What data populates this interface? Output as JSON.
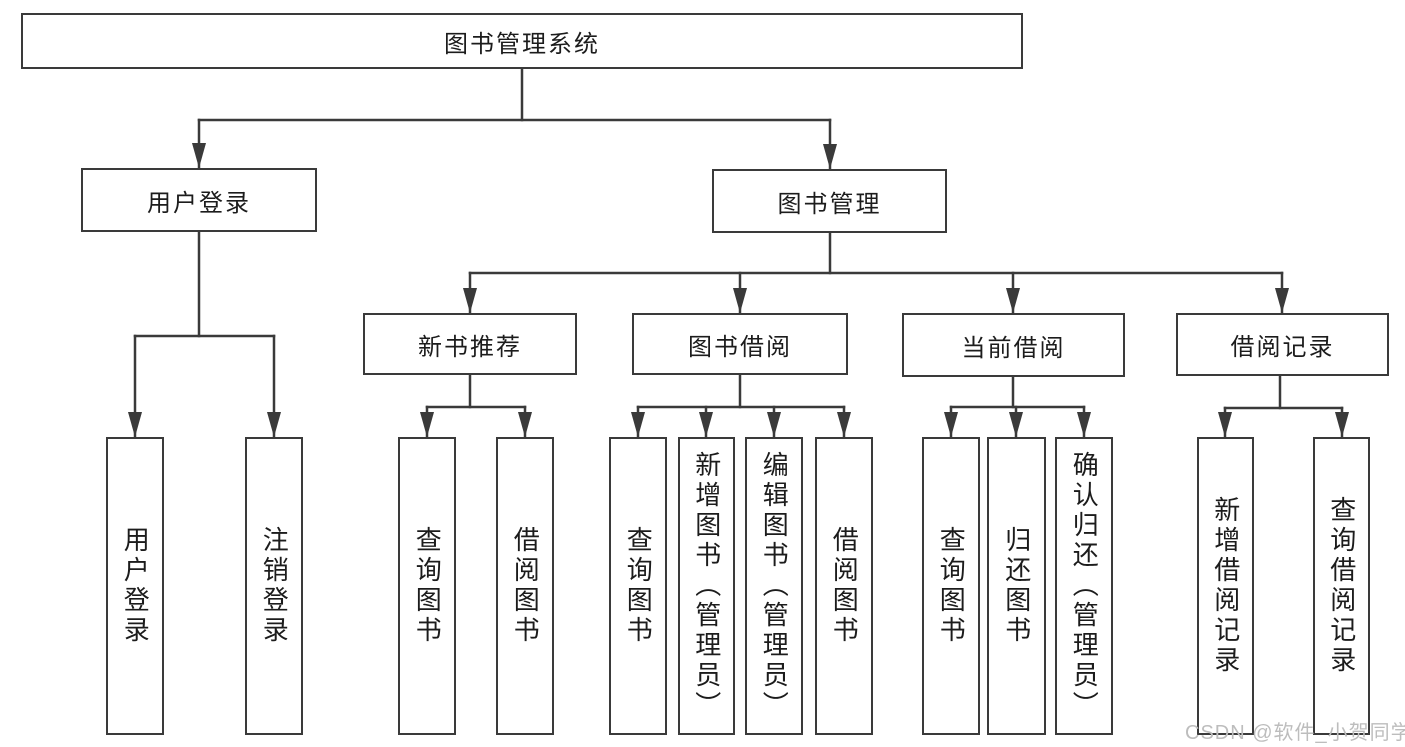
{
  "diagram": {
    "title": "图书管理系统",
    "type": "hierarchy-tree"
  },
  "nodes": {
    "root": {
      "label": "图书管理系统"
    },
    "login": {
      "label": "用户登录",
      "children": [
        {
          "label": "用户登录"
        },
        {
          "label": "注销登录"
        }
      ]
    },
    "mgmt": {
      "label": "图书管理",
      "children": [
        {
          "label": "新书推荐",
          "children": [
            {
              "label": "查询图书"
            },
            {
              "label": "借阅图书"
            }
          ]
        },
        {
          "label": "图书借阅",
          "children": [
            {
              "label": "查询图书"
            },
            {
              "label": "新增图书（管理员）"
            },
            {
              "label": "编辑图书（管理员）"
            },
            {
              "label": "借阅图书"
            }
          ]
        },
        {
          "label": "当前借阅",
          "children": [
            {
              "label": "查询图书"
            },
            {
              "label": "归还图书"
            },
            {
              "label": "确认归还（管理员）"
            }
          ]
        },
        {
          "label": "借阅记录",
          "children": [
            {
              "label": "新增借阅记录"
            },
            {
              "label": "查询借阅记录"
            }
          ]
        }
      ]
    }
  },
  "watermark": {
    "text": "CSDN @软件_小贺同学"
  },
  "colors": {
    "line": "#3a3a3a",
    "box_border": "#3a3a3a",
    "box_bg": "#ffffff",
    "text": "#1c1c1c",
    "watermark": "#bdbdbd"
  }
}
